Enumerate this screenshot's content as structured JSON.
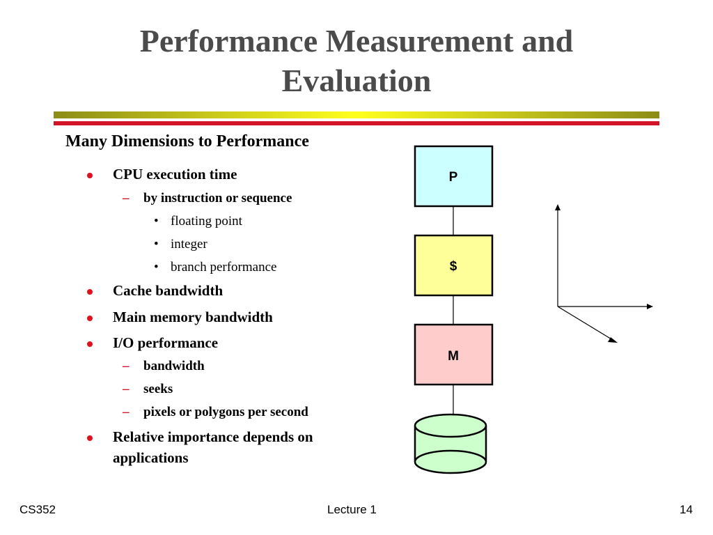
{
  "slide": {
    "title_line1": "Performance Measurement and",
    "title_line2": "Evaluation",
    "subtitle": "Many Dimensions to Performance"
  },
  "bullets": [
    {
      "level": 1,
      "text": "CPU execution time"
    },
    {
      "level": 2,
      "text": "by instruction or sequence"
    },
    {
      "level": 3,
      "text": "floating point"
    },
    {
      "level": 3,
      "text": "integer"
    },
    {
      "level": 3,
      "text": "branch performance"
    },
    {
      "level": 1,
      "text": "Cache bandwidth"
    },
    {
      "level": 1,
      "text": "Main memory bandwidth"
    },
    {
      "level": 1,
      "text": "I/O performance"
    },
    {
      "level": 2,
      "text": "bandwidth"
    },
    {
      "level": 2,
      "text": "seeks"
    },
    {
      "level": 2,
      "text": "pixels or polygons per second"
    },
    {
      "level": 1,
      "text": "Relative importance depends on"
    },
    {
      "level": 1,
      "text": "applications",
      "continuation": true
    }
  ],
  "diagram": {
    "boxes": [
      {
        "label": "P",
        "fill": "#ccffff"
      },
      {
        "label": "$",
        "fill": "#ffff99"
      },
      {
        "label": "M",
        "fill": "#ffcccc"
      }
    ],
    "disk_fill": "#ccffcc"
  },
  "footer": {
    "left": "CS352",
    "center": "Lecture 1",
    "right": "14"
  }
}
